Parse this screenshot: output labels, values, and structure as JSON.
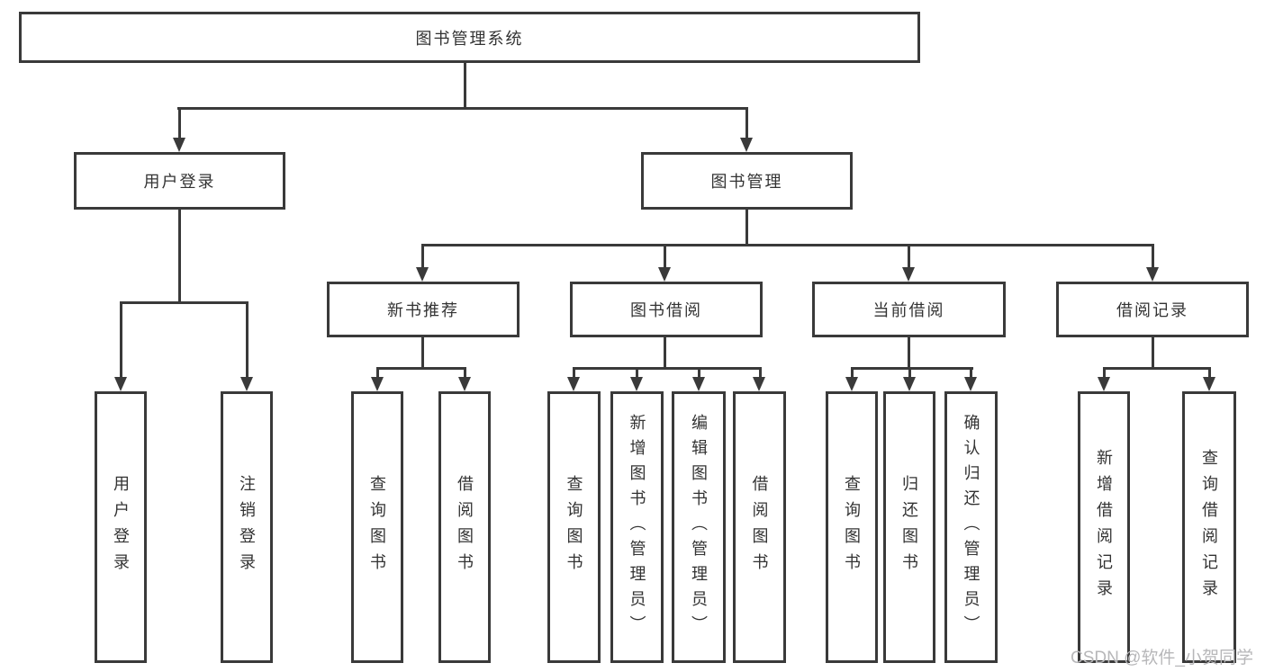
{
  "diagram": {
    "title": "图书管理系统",
    "branches": [
      {
        "label": "用户登录",
        "children": [
          "用户登录",
          "注销登录"
        ]
      },
      {
        "label": "图书管理",
        "children": [
          {
            "label": "新书推荐",
            "children": [
              "查询图书",
              "借阅图书"
            ]
          },
          {
            "label": "图书借阅",
            "children": [
              "查询图书",
              "新增图书（管理员）",
              "编辑图书（管理员）",
              "借阅图书"
            ]
          },
          {
            "label": "当前借阅",
            "children": [
              "查询图书",
              "归还图书",
              "确认归还（管理员）"
            ]
          },
          {
            "label": "借阅记录",
            "children": [
              "新增借阅记录",
              "查询借阅记录"
            ]
          }
        ]
      }
    ]
  },
  "watermark": {
    "text": "CSDN @软件_小贺同学"
  },
  "colors": {
    "line": "#3a3a3a",
    "text": "#333333",
    "background": "#ffffff",
    "watermark": "#b7b7b9"
  }
}
